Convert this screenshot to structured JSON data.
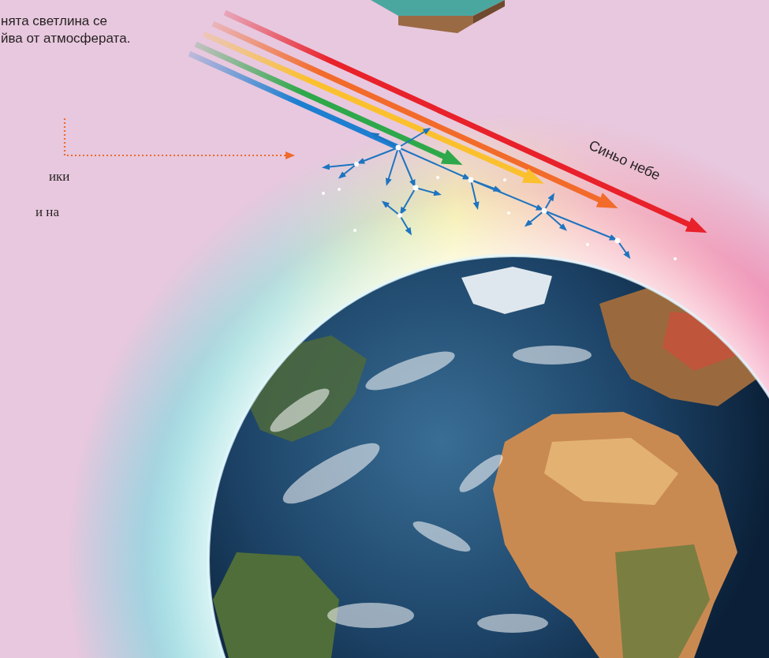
{
  "diagram": {
    "labels": [
      "нята светлина се йва от атмосферата.",
      "ики",
      "и на",
      "Синьо небе"
    ]
  }
}
